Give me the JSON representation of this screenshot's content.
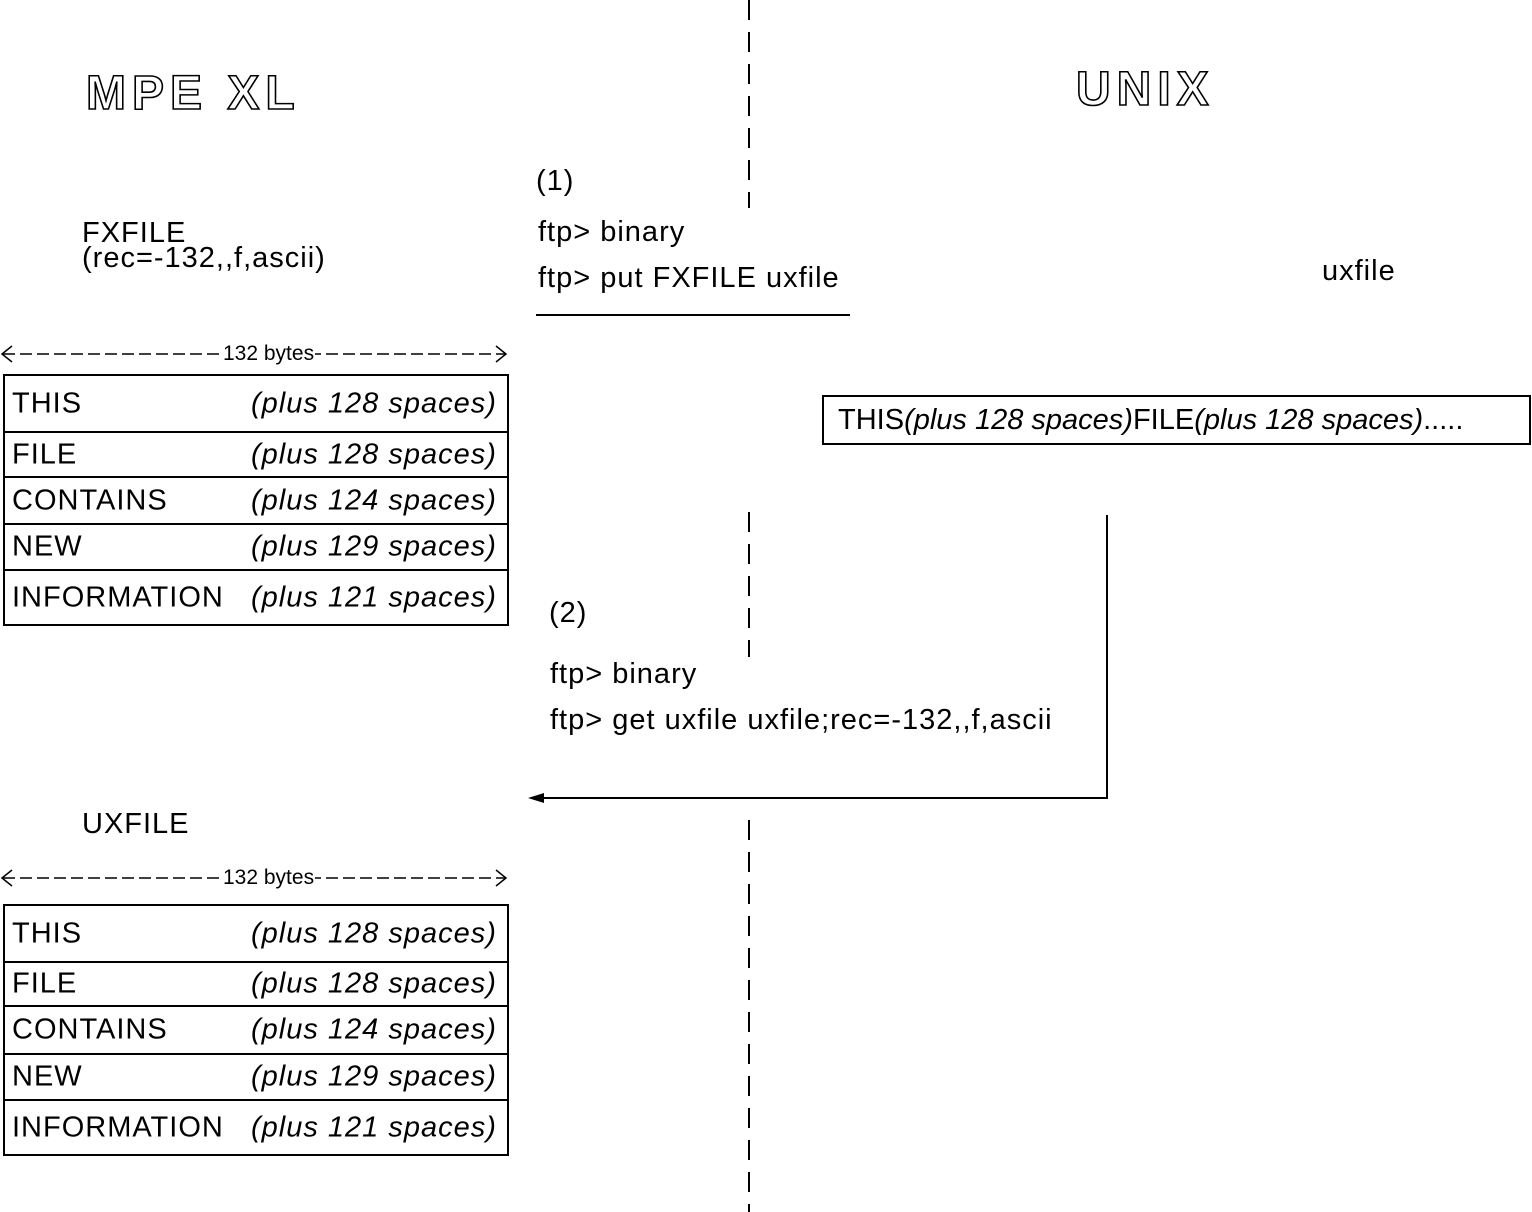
{
  "titles": {
    "left": "MPE XL",
    "right": "UNIX"
  },
  "source_file": {
    "name": "FXFILE",
    "attributes": "(rec=-132,,f,ascii)"
  },
  "step1": {
    "marker": "(1)",
    "commands": [
      "ftp> binary",
      "ftp> put FXFILE uxfile"
    ]
  },
  "unix_file": {
    "name": "uxfile"
  },
  "ruler_label": "132 bytes",
  "records": [
    {
      "word": "THIS",
      "padding": "(plus 128 spaces)"
    },
    {
      "word": "FILE",
      "padding": "(plus 128 spaces)"
    },
    {
      "word": "CONTAINS",
      "padding": "(plus 124 spaces)"
    },
    {
      "word": "NEW",
      "padding": "(plus 129 spaces)"
    },
    {
      "word": "INFORMATION",
      "padding": "(plus 121 spaces)"
    }
  ],
  "unix_stream": {
    "seg1_word": "THIS",
    "seg1_pad": "(plus 128 spaces)",
    "seg2_word": "FILE",
    "seg2_pad": "(plus 128 spaces)",
    "ellipsis": "....."
  },
  "step2": {
    "marker": "(2)",
    "commands": [
      "ftp> binary",
      "ftp> get uxfile uxfile;rec=-132,,f,ascii"
    ]
  },
  "dest_file": {
    "name": "UXFILE"
  }
}
